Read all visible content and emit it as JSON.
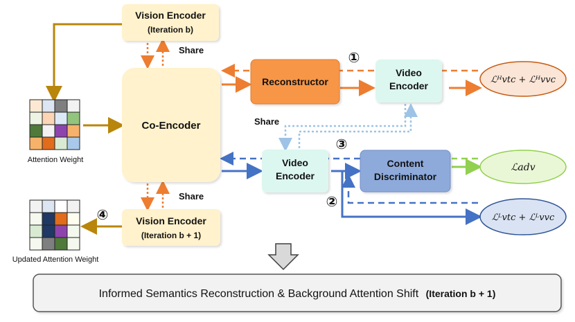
{
  "nodes": {
    "vision_encoder_top": {
      "title": "Vision Encoder",
      "subtitle": "(Iteration b)"
    },
    "co_encoder": {
      "title": "Co-Encoder"
    },
    "vision_encoder_bottom": {
      "title": "Vision Encoder",
      "subtitle": "(Iteration b + 1)"
    },
    "reconstructor": {
      "title": "Reconstructor"
    },
    "video_encoder_top": {
      "title": "Video Encoder"
    },
    "video_encoder_bottom": {
      "title": "Video Encoder"
    },
    "content_discriminator": {
      "title": "Content Discriminator"
    }
  },
  "losses": {
    "high": "ℒᴴvtc + ℒᴴvvc",
    "adv": "ℒadv",
    "low": "ℒᴸvtc + ℒᴸvvc"
  },
  "labels": {
    "share_top": "Share",
    "share_middle": "Share",
    "share_bottom": "Share",
    "attention_weight": "Attention Weight",
    "updated_attention_weight": "Updated Attention Weight"
  },
  "steps": [
    "①",
    "②",
    "③",
    "④"
  ],
  "banner": {
    "text": "Informed Semantics Reconstruction & Background Attention Shift",
    "iteration": "(Iteration b + 1)"
  },
  "attention_grid": [
    [
      "#fde9d3",
      "#dce6f2",
      "#7f7f7f",
      "#f2f2f2"
    ],
    [
      "#eef4e4",
      "#fbd5b5",
      "#dbeaf6",
      "#93c47d"
    ],
    [
      "#4f7a3a",
      "#f2f2f2",
      "#8e44ad",
      "#f6b26b"
    ],
    [
      "#f6b26b",
      "#e06c1c",
      "#d9ead3",
      "#a9c9ea"
    ]
  ],
  "updated_grid": [
    [
      "#f2f2f2",
      "#dce6f2",
      "#ffffff",
      "#f2f2f2"
    ],
    [
      "#f4f8ee",
      "#1f3864",
      "#e06c1c",
      "#fffdf0"
    ],
    [
      "#d9ead3",
      "#1f3864",
      "#8e44ad",
      "#f4f8ee"
    ],
    [
      "#f4f8ee",
      "#7f7f7f",
      "#4f7a3a",
      "#f4f8ee"
    ]
  ],
  "colors": {
    "gold": "#b8860b",
    "orange": "#ed7d31",
    "blue": "#4472c4",
    "light_blue": "#9dc3e6",
    "green": "#92d050",
    "cream": "#fff2cc",
    "mint": "#dcf7f0",
    "periwinkle": "#8eaadb"
  }
}
